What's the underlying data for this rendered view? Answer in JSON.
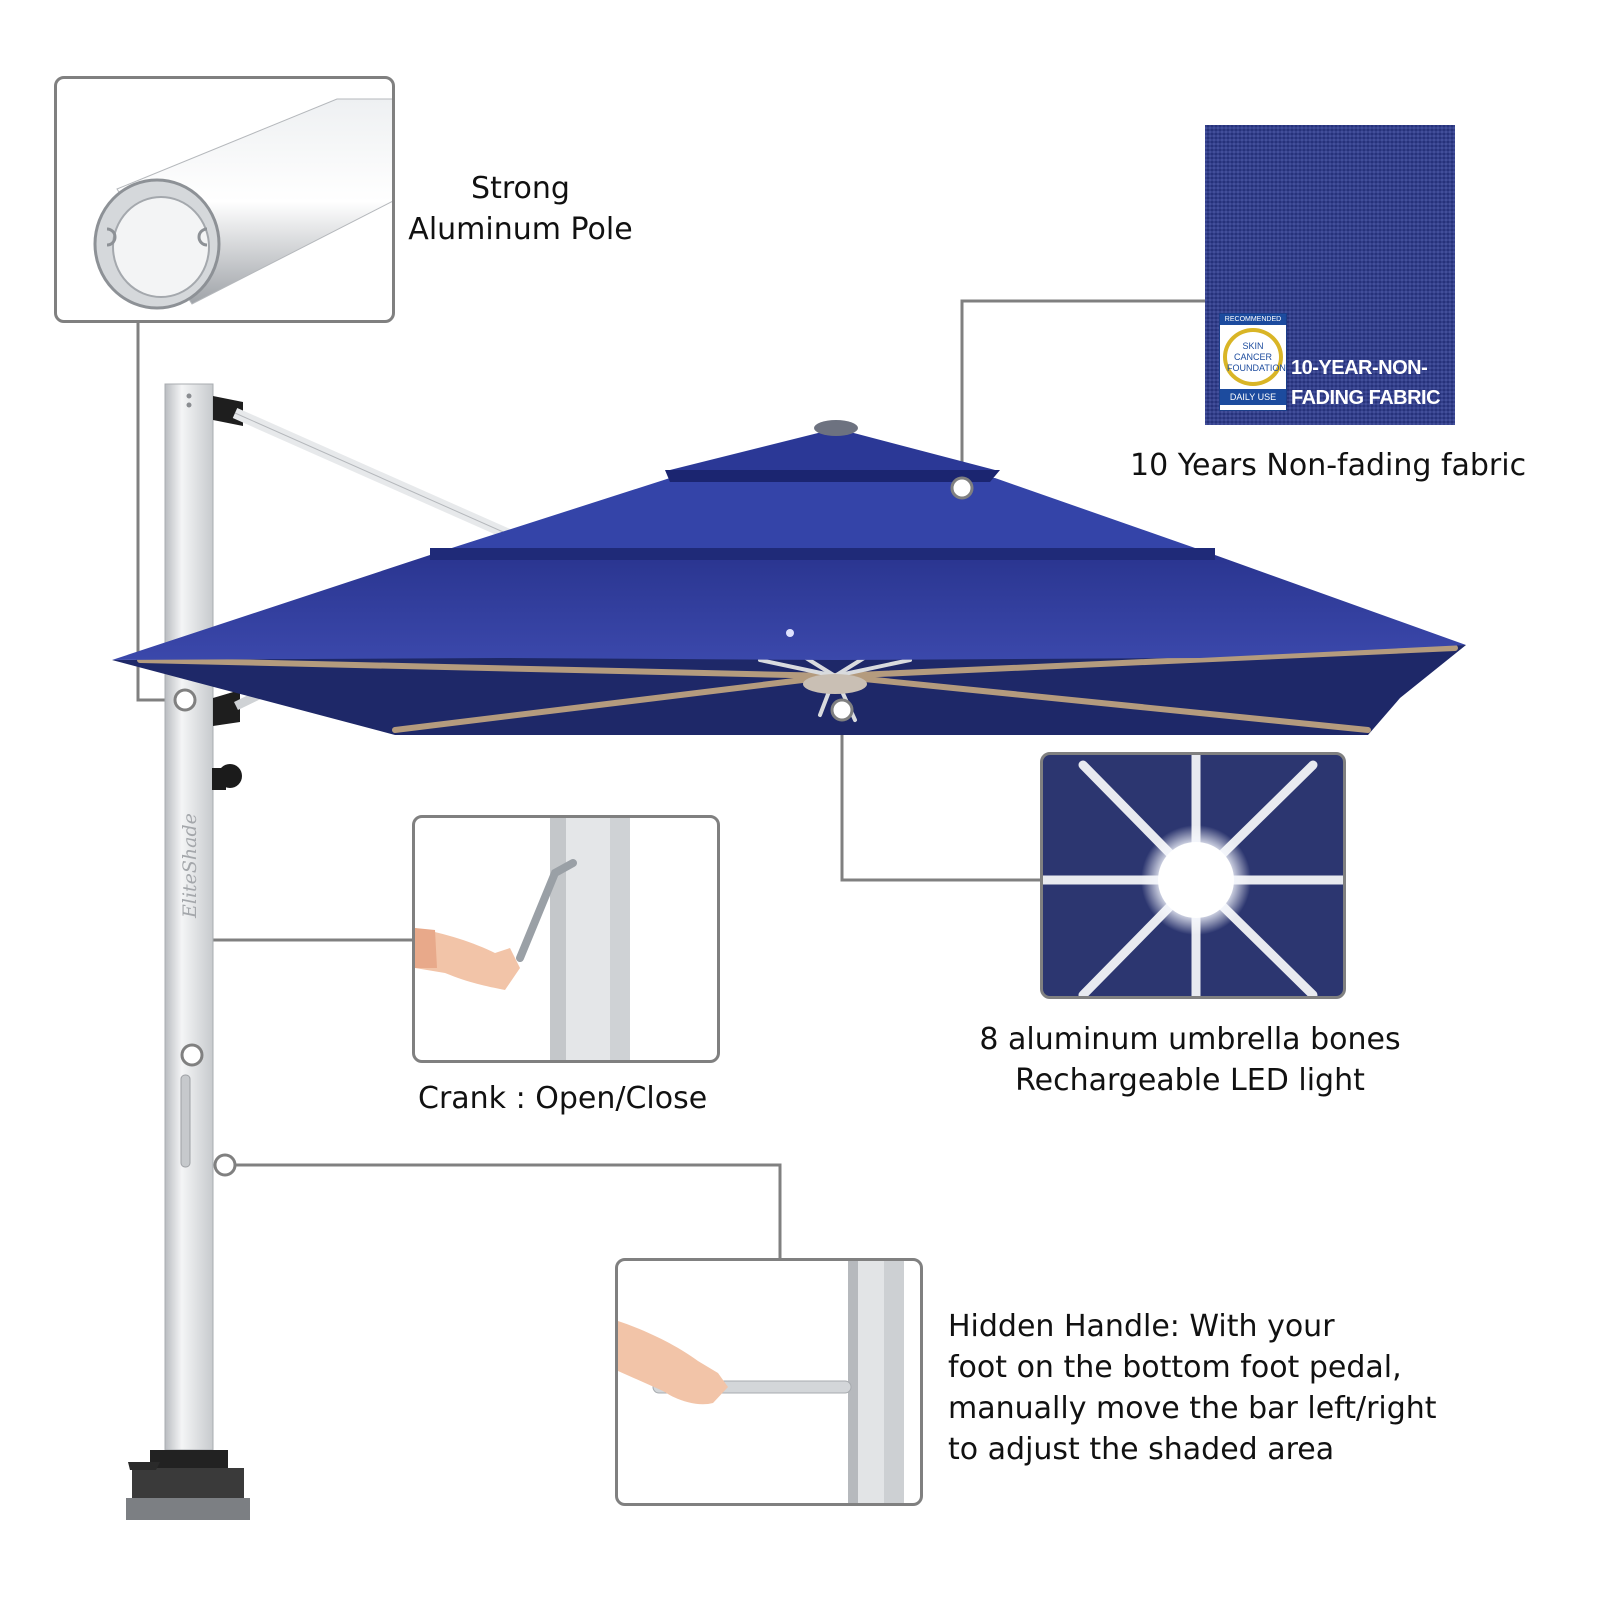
{
  "brand": {
    "pole_text": "EliteShade"
  },
  "features": {
    "pole": {
      "line1": "Strong",
      "line2": "Aluminum Pole"
    },
    "fabric": {
      "caption": "10 Years Non-fading fabric",
      "badge_top": "RECOMMENDED",
      "badge_org": "SKIN CANCER FOUNDATION",
      "badge_bottom": "DAILY USE",
      "swatch_line1": "10-YEAR-NON-",
      "swatch_line2": "FADING FABRIC"
    },
    "crank": {
      "caption": "Crank : Open/Close"
    },
    "bones": {
      "line1": "8 aluminum umbrella bones",
      "line2": "Rechargeable LED light"
    },
    "handle": {
      "line1": "Hidden Handle: With your",
      "line2": "foot on the bottom foot pedal,",
      "line3": "manually move the bar left/right",
      "line4": "to adjust the shaded area"
    }
  },
  "colors": {
    "canopy": "#2f3a98",
    "canopy_under": "#1e2868",
    "pole": "#dfe1e4",
    "callout_line": "#808080"
  },
  "icons": [
    "aluminum-pole-cross-section-icon",
    "fabric-swatch-icon",
    "skin-cancer-foundation-seal-icon",
    "led-light-icon",
    "crank-handle-icon",
    "hidden-handle-icon"
  ]
}
